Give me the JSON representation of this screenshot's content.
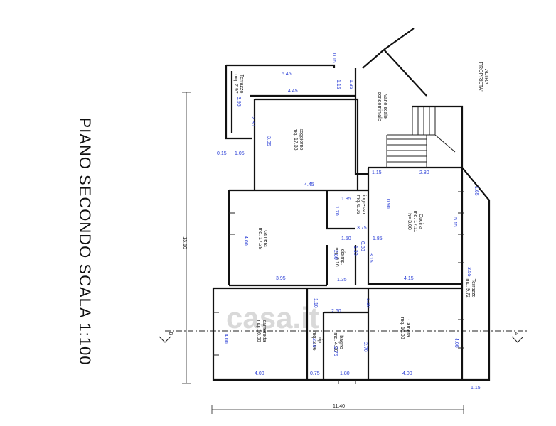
{
  "title": "PIANO SECONDO SCALA 1:100",
  "watermark": "casa.it",
  "other_property": [
    "ALTRA",
    "PROPRIETA'"
  ],
  "stair_label": [
    "vano scale",
    "condominiale"
  ],
  "section_markers": {
    "left": "B",
    "right": "A"
  },
  "overall_dimensions": {
    "height": "13.10",
    "width": "11.40"
  },
  "rooms": {
    "terrazzo_nw": {
      "name": "Terrazzo",
      "area": "mq. 7.97"
    },
    "soggiorno": {
      "name": "soggiorno",
      "area": "mq. 17.38"
    },
    "ingresso": {
      "name": "ingresso",
      "area": "mq. 6.05"
    },
    "cucina": {
      "name": "Cucina",
      "area": "mq. 17.11",
      "height": "h= 3.00"
    },
    "camera_mid": {
      "name": "camera",
      "area": "mq. 17.38"
    },
    "disimpegno": {
      "name": "disimp.",
      "area": "mq. 6.16"
    },
    "terrazzo_e": {
      "name": "Terrazzo",
      "area": "mq. 9.72"
    },
    "cameretta": {
      "name": "cameretta",
      "area": "mq. 16.00"
    },
    "rip": {
      "name": "rip.",
      "area": "mq. 2.06"
    },
    "bagno": {
      "name": "bagno",
      "area": "mq. 4.90"
    },
    "camera_se": {
      "name": "Camera",
      "area": "mq. 16.00"
    }
  },
  "dims": {
    "d015_top": "0.15",
    "d545": "5.45",
    "d135_top": "1.35",
    "d445_top": "4.45",
    "d115_top": "1.15",
    "d395_terr": "3.95",
    "d280_terr": "2.80",
    "d395_sogg": "3.95",
    "d015_left": "0.15",
    "d105": "1.05",
    "d445_sogg": "4.45",
    "d115_ing": "1.15",
    "d280_cuc": "2.80",
    "d185_ing": "1.85",
    "d170": "1.70",
    "d090_ing": "0.90",
    "d375": "3.75",
    "d400_cam": "4.00",
    "d150": "1.50",
    "d080": "0.80",
    "d185_cuc": "1.85",
    "d515": "5.15",
    "d165": "1.65",
    "d280_dis": "2.80",
    "d130": "1.30",
    "d315": "3.15",
    "d415": "4.15",
    "d355": "3.55",
    "d395_cam": "3.95",
    "d135_dis": "1.35",
    "d110_l": "1.10",
    "d260": "2.60",
    "d110_r": "1.10",
    "d400_cmt": "4.00",
    "d275": "2.75",
    "d275_b": "2.75",
    "d270": "2.70",
    "d400_cse": "4.00",
    "d400_cmt_b": "4.00",
    "d075": "0.75",
    "d180": "1.80",
    "d400_cse_b": "4.00",
    "d115_bot": "1.15"
  }
}
